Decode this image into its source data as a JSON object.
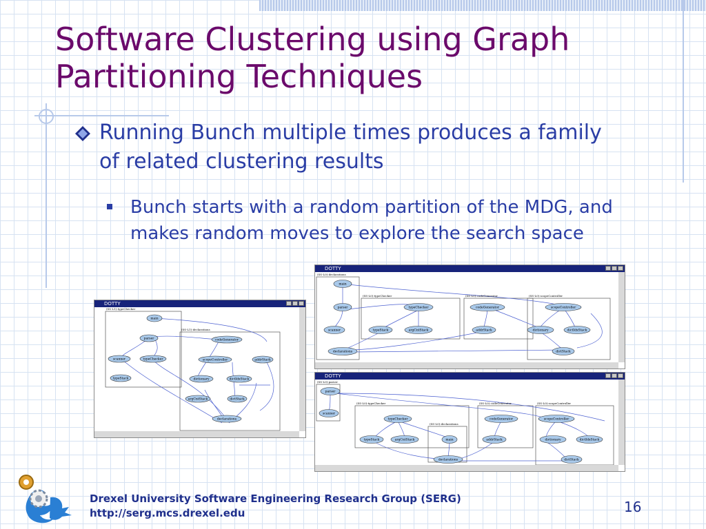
{
  "slide": {
    "title": "Software Clustering using Graph Partitioning Techniques",
    "bullet1": "Running Bunch multiple times produces a family of related clustering results",
    "bullet2": "Bunch starts with a random partition of the MDG, and makes random moves to explore the search space"
  },
  "footer": {
    "line1": "Drexel University Software Engineering Research Group (SERG)",
    "line2": "http://serg.mcs.drexel.edu",
    "page_number": "16"
  },
  "windows": {
    "left": {
      "title": "DOTTY",
      "clusters": [
        "(SS-L1):typeChecker",
        "(SS-L1):declarations"
      ]
    },
    "top_right": {
      "title": "DOTTY",
      "clusters": [
        "(SS-L0):declarations",
        "(SS-L0):typeChecker",
        "(SS-L0):codeGenerator",
        "(SS-L0):scopeController"
      ]
    },
    "bottom_right": {
      "title": "DOTTY",
      "clusters": [
        "(SS-L0):parser",
        "(SS-L0):typeChecker",
        "(SS-L0):codeGenerator",
        "(SS-L0):scopeController",
        "(SS-L0):declarations"
      ]
    }
  },
  "nodes": {
    "main": "main",
    "parser": "parser",
    "scanner": "scanner",
    "typeChecker": "typeChecker",
    "typeStack": "typeStack",
    "argCntStack": "argCntStack",
    "codeGenerator": "codeGenerator",
    "addrStack": "addrStack",
    "scopeController": "scopeController",
    "dictionary": "dictionary",
    "dictIdxStack": "dictIdxStack",
    "dictStack": "dictStack",
    "declarations": "declarations"
  }
}
